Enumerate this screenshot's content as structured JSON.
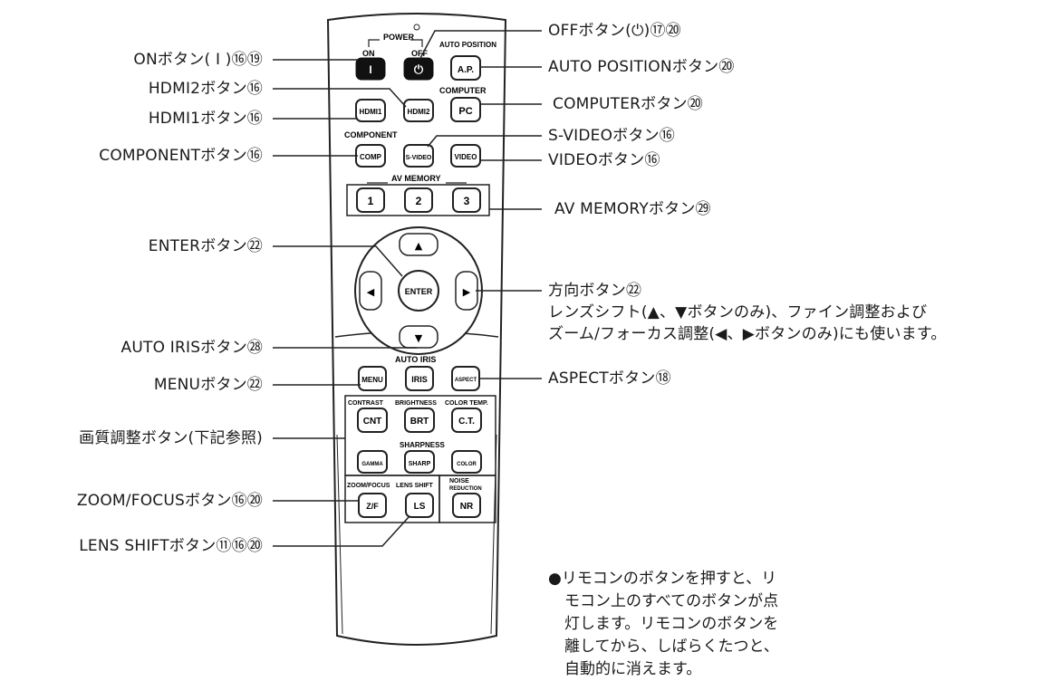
{
  "remote": {
    "header_labels": {
      "power": "POWER",
      "on": "ON",
      "off": "OFF",
      "auto_position": "AUTO POSITION",
      "computer": "COMPUTER",
      "component": "COMPONENT",
      "av_memory": "AV MEMORY",
      "auto_iris": "AUTO IRIS",
      "contrast": "CONTRAST",
      "brightness": "BRIGHTNESS",
      "color_temp": "COLOR TEMP.",
      "sharpness": "SHARPNESS",
      "zoom_focus": "ZOOM/FOCUS",
      "lens_shift": "LENS SHIFT",
      "noise_reduction_1": "NOISE",
      "noise_reduction_2": "REDUCTION"
    },
    "buttons": {
      "on": "I",
      "off": "⏻",
      "ap": "A.P.",
      "hdmi1": "HDMI1",
      "hdmi2": "HDMI2",
      "pc": "PC",
      "comp": "COMP",
      "svideo": "S-VIDEO",
      "video": "VIDEO",
      "mem1": "1",
      "mem2": "2",
      "mem3": "3",
      "enter": "ENTER",
      "menu": "MENU",
      "iris": "IRIS",
      "aspect": "ASPECT",
      "cnt": "CNT",
      "brt": "BRT",
      "ct": "C.T.",
      "gamma": "GAMMA",
      "sharp": "SHARP",
      "color": "COLOR",
      "zf": "Z/F",
      "ls": "LS",
      "nr": "NR",
      "up": "▲",
      "down": "▼",
      "left": "◀",
      "right": "▶"
    }
  },
  "callouts": {
    "on": "ONボタン( I )⑯⑲",
    "hdmi2": "HDMI2ボタン⑯",
    "hdmi1": "HDMI1ボタン⑯",
    "component": "COMPONENTボタン⑯",
    "enter": "ENTERボタン㉒",
    "auto_iris": "AUTO IRISボタン㉘",
    "menu": "MENUボタン㉒",
    "picture": "画質調整ボタン(下記参照)",
    "zoom_focus": "ZOOM/FOCUSボタン⑯⑳",
    "lens_shift": "LENS SHIFTボタン⑪⑯⑳",
    "off": "OFFボタン(⏻)⑰⑳",
    "auto_position": "AUTO POSITIONボタン⑳",
    "computer": "COMPUTERボタン⑳",
    "svideo": "S-VIDEOボタン⑯",
    "video": "VIDEOボタン⑯",
    "av_memory": "AV MEMORYボタン㉙",
    "direction_1": "方向ボタン㉒",
    "direction_2": "レンズシフト(▲、▼ボタンのみ)、ファイン調整および",
    "direction_3": "ズーム/フォーカス調整(◀、▶ボタンのみ)にも使います。",
    "aspect": "ASPECTボタン⑱"
  },
  "note": "●リモコンのボタンを押すと、リモコン上のすべてのボタンが点灯します。リモコンのボタンを離してから、しばらくたつと、自動的に消えます。"
}
